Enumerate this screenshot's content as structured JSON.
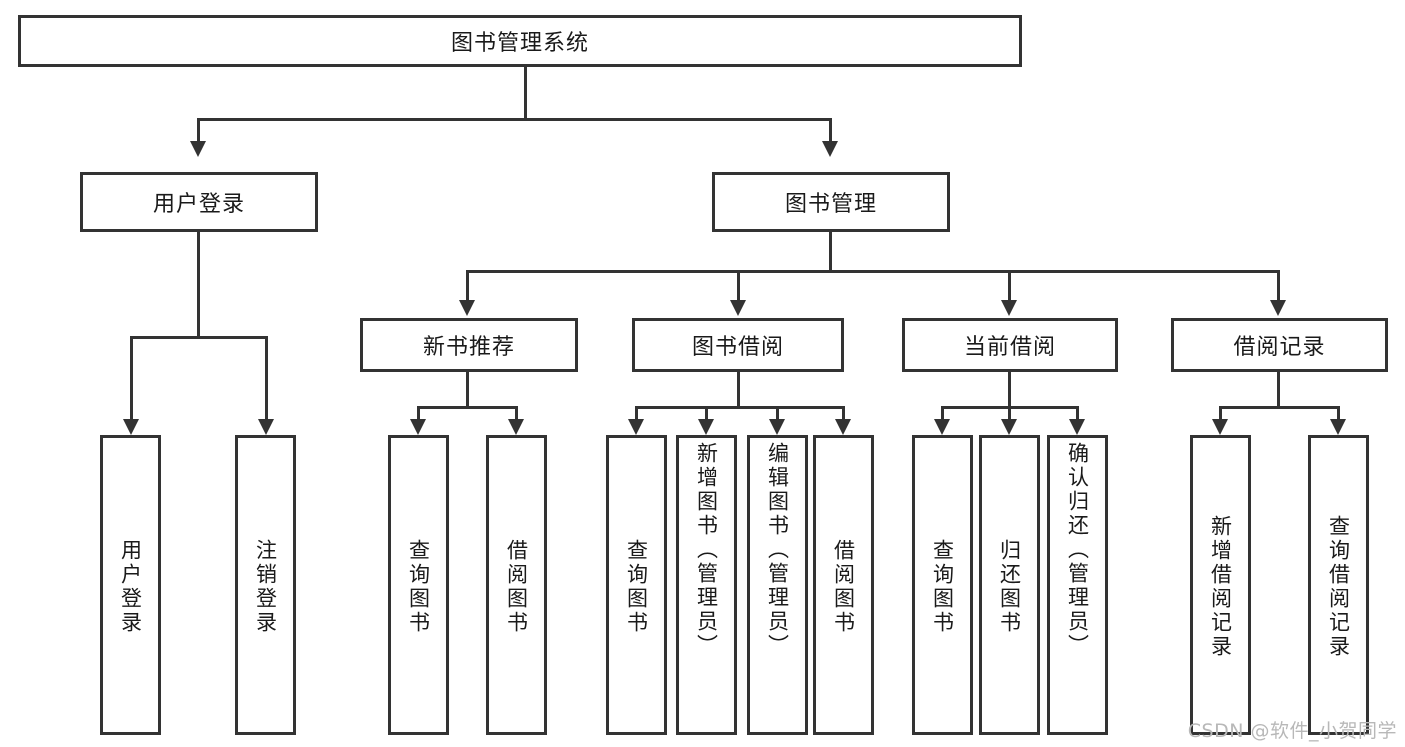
{
  "diagram": {
    "title": "图书管理系统",
    "type": "tree-hierarchy-diagram",
    "root": {
      "label": "图书管理系统"
    },
    "level2": [
      {
        "label": "用户登录"
      },
      {
        "label": "图书管理"
      }
    ],
    "level3": [
      {
        "label": "新书推荐"
      },
      {
        "label": "图书借阅"
      },
      {
        "label": "当前借阅"
      },
      {
        "label": "借阅记录"
      }
    ],
    "leaves": {
      "user_login": [
        {
          "label": "用户登录"
        },
        {
          "label": "注销登录"
        }
      ],
      "new_book_recommend": [
        {
          "label": "查询图书"
        },
        {
          "label": "借阅图书"
        }
      ],
      "book_borrow": [
        {
          "label": "查询图书"
        },
        {
          "label": "新增图书（管理员）"
        },
        {
          "label": "编辑图书（管理员）"
        },
        {
          "label": "借阅图书"
        }
      ],
      "current_borrow": [
        {
          "label": "查询图书"
        },
        {
          "label": "归还图书"
        },
        {
          "label": "确认归还（管理员）"
        }
      ],
      "borrow_record": [
        {
          "label": "新增借阅记录"
        },
        {
          "label": "查询借阅记录"
        }
      ]
    }
  },
  "watermark": {
    "text": "CSDN @软件_小贺同学"
  },
  "colors": {
    "background": "#ffffff",
    "border": "#333333",
    "text": "#1a1a1a",
    "watermark": "#b8b8b8"
  }
}
